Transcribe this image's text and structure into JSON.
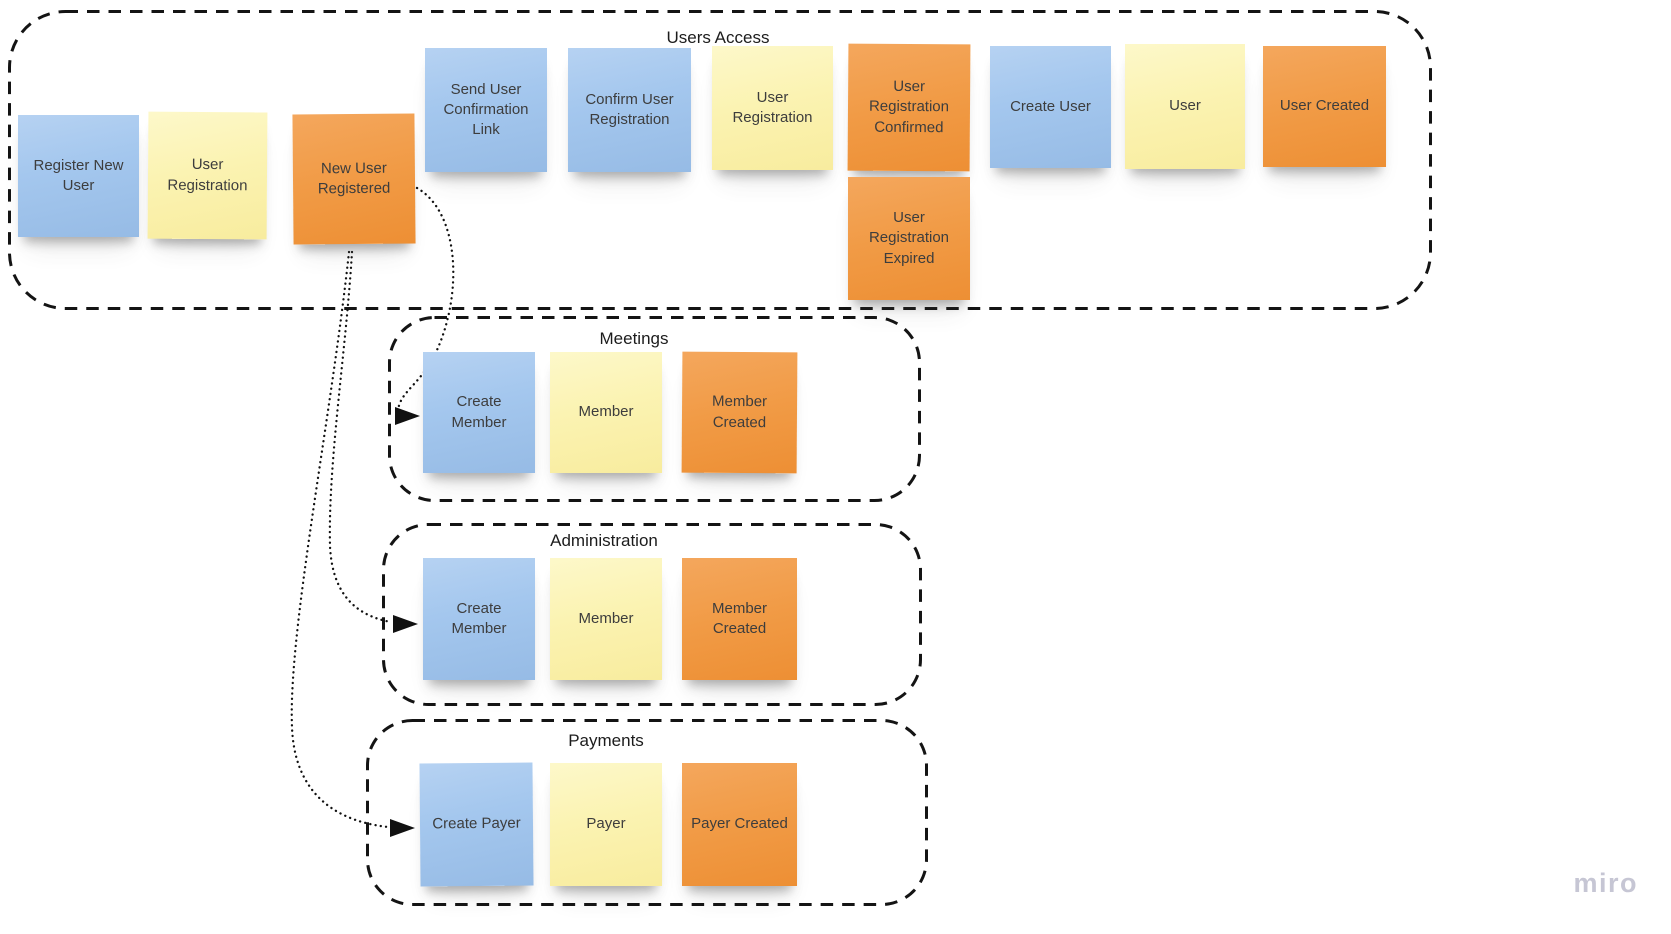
{
  "board": {
    "watermark": "miro",
    "background": "#ffffff"
  },
  "colors": {
    "note_blue": "#a4c7ee",
    "note_yellow": "#fbf3b2",
    "note_orange": "#f19b46",
    "note_text": "#3d3d3d",
    "frame_border": "#141414",
    "title_text": "#1c1c1c",
    "watermark_text": "#c6c6d4"
  },
  "groups": [
    {
      "title": "Users Access",
      "notes": [
        {
          "label": "Register New User",
          "color": "blue"
        },
        {
          "label": "User Registration",
          "color": "yellow"
        },
        {
          "label": "New User Registered",
          "color": "orange"
        },
        {
          "label": "Send User Confirmation Link",
          "color": "blue"
        },
        {
          "label": "Confirm User Registration",
          "color": "blue"
        },
        {
          "label": "User Registration",
          "color": "yellow"
        },
        {
          "label": "User Registration Confirmed",
          "color": "orange"
        },
        {
          "label": "User Registration Expired",
          "color": "orange"
        },
        {
          "label": "Create User",
          "color": "blue"
        },
        {
          "label": "User",
          "color": "yellow"
        },
        {
          "label": "User Created",
          "color": "orange"
        }
      ]
    },
    {
      "title": "Meetings",
      "notes": [
        {
          "label": "Create Member",
          "color": "blue"
        },
        {
          "label": "Member",
          "color": "yellow"
        },
        {
          "label": "Member Created",
          "color": "orange"
        }
      ]
    },
    {
      "title": "Administration",
      "notes": [
        {
          "label": "Create Member",
          "color": "blue"
        },
        {
          "label": "Member",
          "color": "yellow"
        },
        {
          "label": "Member Created",
          "color": "orange"
        }
      ]
    },
    {
      "title": "Payments",
      "notes": [
        {
          "label": "Create Payer",
          "color": "blue"
        },
        {
          "label": "Payer",
          "color": "yellow"
        },
        {
          "label": "Payer Created",
          "color": "orange"
        }
      ]
    }
  ],
  "connectors": [
    {
      "from": "New User Registered",
      "to": "Create Member (Meetings)",
      "style": "dotted-arrow"
    },
    {
      "from": "New User Registered",
      "to": "Create Member (Administration)",
      "style": "dotted-arrow"
    },
    {
      "from": "New User Registered",
      "to": "Create Payer (Payments)",
      "style": "dotted-arrow"
    }
  ]
}
